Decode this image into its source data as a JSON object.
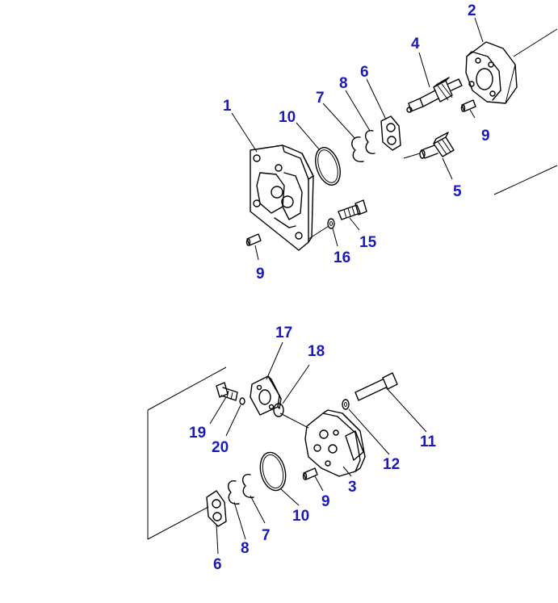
{
  "colors": {
    "callout": "#1a1ab8",
    "line": "#000000",
    "background": "#ffffff"
  },
  "callouts": {
    "c1": "1",
    "c2": "2",
    "c4": "4",
    "c5": "5",
    "c6_top": "6",
    "c7_top": "7",
    "c8_top": "8",
    "c9_top_right": "9",
    "c9_top_left": "9",
    "c10_top": "10",
    "c15": "15",
    "c16": "16",
    "c17": "17",
    "c18": "18",
    "c19": "19",
    "c20": "20",
    "c11": "11",
    "c12": "12",
    "c3": "3",
    "c9_bottom": "9",
    "c10_bottom": "10",
    "c7_bottom": "7",
    "c8_bottom": "8",
    "c6_bottom": "6"
  }
}
